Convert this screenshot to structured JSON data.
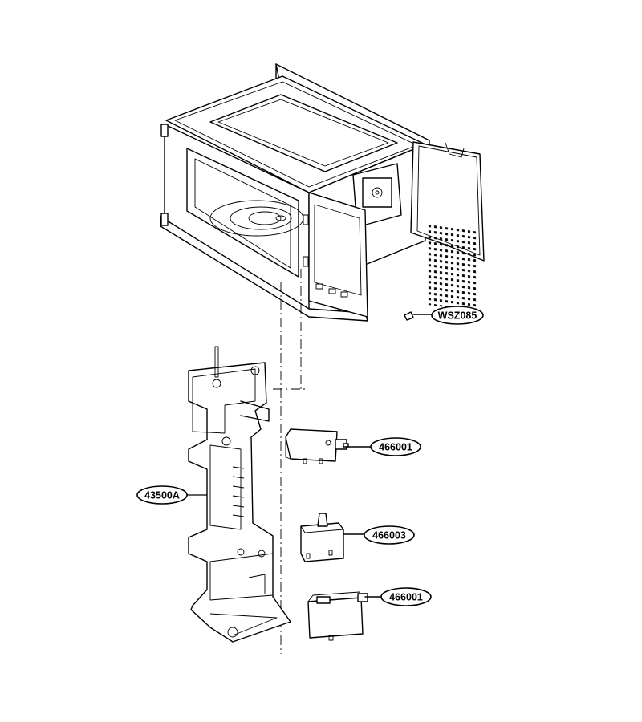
{
  "parts": [
    {
      "id": "screw",
      "label": "WSZ085"
    },
    {
      "id": "interlock_switch_upper",
      "label": "466001"
    },
    {
      "id": "latch_bracket",
      "label": "43500A"
    },
    {
      "id": "monitor_switch",
      "label": "466003"
    },
    {
      "id": "interlock_switch_lower",
      "label": "466001"
    }
  ],
  "colors": {
    "line": "#000000",
    "background": "#ffffff"
  }
}
